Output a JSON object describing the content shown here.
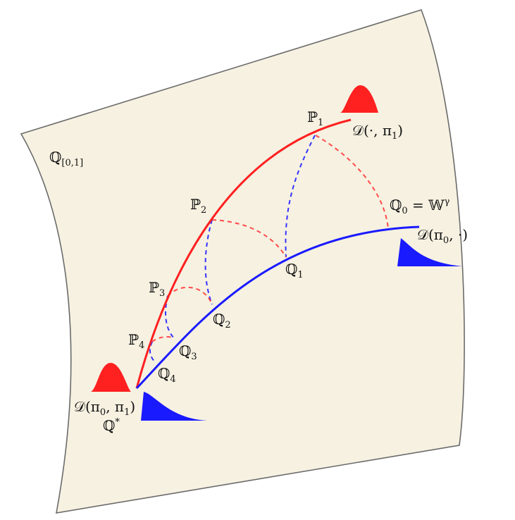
{
  "manifold": {
    "label": "ℚ",
    "label_sub": "[0,1]",
    "fill": "#f6f1e1",
    "stroke": "#6b6b6b"
  },
  "colors": {
    "red": "#ff2020",
    "blue": "#1a1aff",
    "red_dash": "#ff4a4a",
    "blue_dash": "#3333ff"
  },
  "curves": {
    "red": {
      "name": "red-curve"
    },
    "blue": {
      "name": "blue-curve"
    }
  },
  "points": {
    "P1": {
      "letter": "ℙ",
      "sub": "1"
    },
    "P2": {
      "letter": "ℙ",
      "sub": "2"
    },
    "P3": {
      "letter": "ℙ",
      "sub": "3"
    },
    "P4": {
      "letter": "ℙ",
      "sub": "4"
    },
    "Q1": {
      "letter": "ℚ",
      "sub": "1"
    },
    "Q2": {
      "letter": "ℚ",
      "sub": "2"
    },
    "Q3": {
      "letter": "ℚ",
      "sub": "3"
    },
    "Q4": {
      "letter": "ℚ",
      "sub": "4"
    }
  },
  "labels": {
    "q0_lhs": "ℚ",
    "q0_sub": "0",
    "q0_eq": " = 𝕎",
    "q0_sup": "γ",
    "d_red_top": "𝒟(·, π",
    "d_red_top_sub": "1",
    "d_red_top_end": ")",
    "d_blue_right": "𝒟(π",
    "d_blue_right_sub": "0",
    "d_blue_right_end": ", ·)",
    "d_joint": "𝒟(π",
    "d_joint_sub0": "0",
    "d_joint_mid": ", π",
    "d_joint_sub1": "1",
    "d_joint_end": ")",
    "q_star": "ℚ",
    "q_star_sup": "*"
  }
}
